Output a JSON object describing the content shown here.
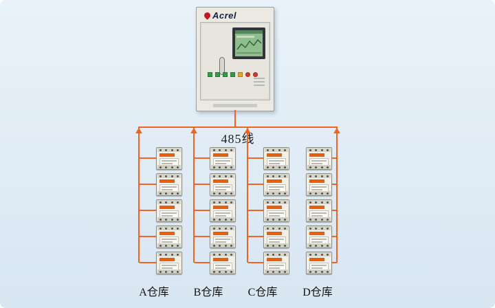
{
  "colors": {
    "line": "#f2641e",
    "background_top": "#e9f2f9",
    "background_bottom": "#d8e6f2",
    "brand_red": "#c8161d"
  },
  "cabinet": {
    "brand": "Acrel"
  },
  "bus": {
    "label": "485线"
  },
  "columns": [
    {
      "label": "A仓库",
      "device_count": 5
    },
    {
      "label": "B仓库",
      "device_count": 5
    },
    {
      "label": "C仓库",
      "device_count": 5
    },
    {
      "label": "D仓库",
      "device_count": 5
    }
  ]
}
